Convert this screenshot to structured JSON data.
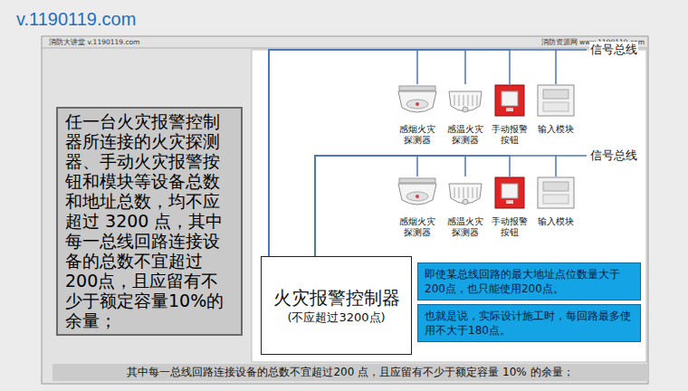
{
  "diagram": {
    "caption": "其中每一总线回路连接设备的总数不宜超过200 点，且应留有不少于额定容量 10% 的余量；",
    "nodes": [
      {
        "text": [
          "任一台火灾报警控制器所连接的火灾探测器、手动火灾报警按钮和模块等设备总数和地址总数，均不应超过 3200 点，其中每一总线回路连接设备的总数不宜超过200点，且应留有不少于额定容量10%的余量；"
        ]
      },
      {
        "text": [
          "感烟火灾探测器"
        ]
      },
      {
        "text": [
          "感温火灾探测器"
        ]
      },
      {
        "text": [
          "手动报警按钮"
        ]
      },
      {
        "text": [
          "输入模块"
        ]
      },
      {
        "text": [
          "感烟火灾探测器"
        ]
      },
      {
        "text": [
          "感温火灾探测器"
        ]
      },
      {
        "text": [
          "手动报警按钮"
        ]
      },
      {
        "text": [
          "输入模块"
        ]
      },
      {
        "text": [
          "火灾报警控制器",
          "(不应超过3200点)"
        ]
      },
      {
        "text": [
          "即使某总线回路的最大地址点位数量大于200点，也只能使用200点。"
        ]
      },
      {
        "text": [
          "也就是说，实际设计施工时，每回路最多使用不大于180点。"
        ]
      }
    ],
    "edges": [
      {
        "from": 9,
        "to": 1,
        "arrow": "none"
      },
      {
        "from": 9,
        "to": 2,
        "arrow": "none"
      },
      {
        "from": 9,
        "to": 3,
        "arrow": "none"
      },
      {
        "from": 9,
        "to": 4,
        "arrow": "none"
      },
      {
        "from": 9,
        "to": 5,
        "arrow": "none"
      },
      {
        "from": 9,
        "to": 6,
        "arrow": "none"
      },
      {
        "from": 9,
        "to": 7,
        "arrow": "none"
      },
      {
        "from": 9,
        "to": 8,
        "arrow": "none"
      }
    ],
    "labels": [
      "v.1190119.com",
      "消防大讲堂 v.1190119.com",
      "消防资源网 www.1190119.com",
      "信号总线",
      "信号总线"
    ]
  }
}
